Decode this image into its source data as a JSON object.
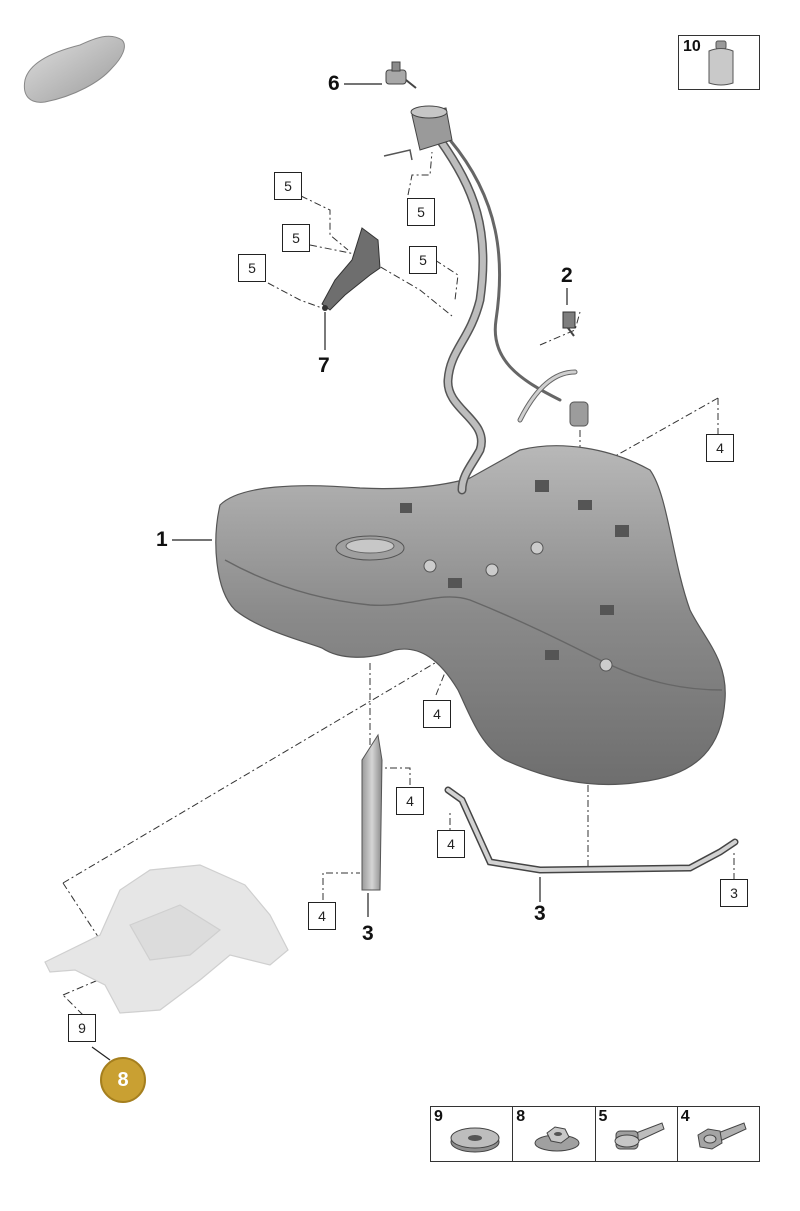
{
  "labels": {
    "p1": "1",
    "p2": "2",
    "p3a": "3",
    "p3b": "3",
    "p6": "6",
    "p7": "7"
  },
  "callouts": {
    "c5a": "5",
    "c5b": "5",
    "c5c": "5",
    "c5d": "5",
    "c5e": "5",
    "c4a": "4",
    "c4b": "4",
    "c4c": "4",
    "c4d": "4",
    "c4e": "4",
    "c3": "3",
    "c9": "9"
  },
  "badge": "8",
  "oil_box": {
    "number": "10"
  },
  "fastener_table": [
    {
      "number": "9",
      "icon": "washer-icon"
    },
    {
      "number": "8",
      "icon": "nut-icon"
    },
    {
      "number": "5",
      "icon": "screw-icon"
    },
    {
      "number": "4",
      "icon": "bolt-icon"
    }
  ],
  "colors": {
    "badge": "#c9a032",
    "tank": "#8c8c8c",
    "shield": "#e2e2e2"
  }
}
